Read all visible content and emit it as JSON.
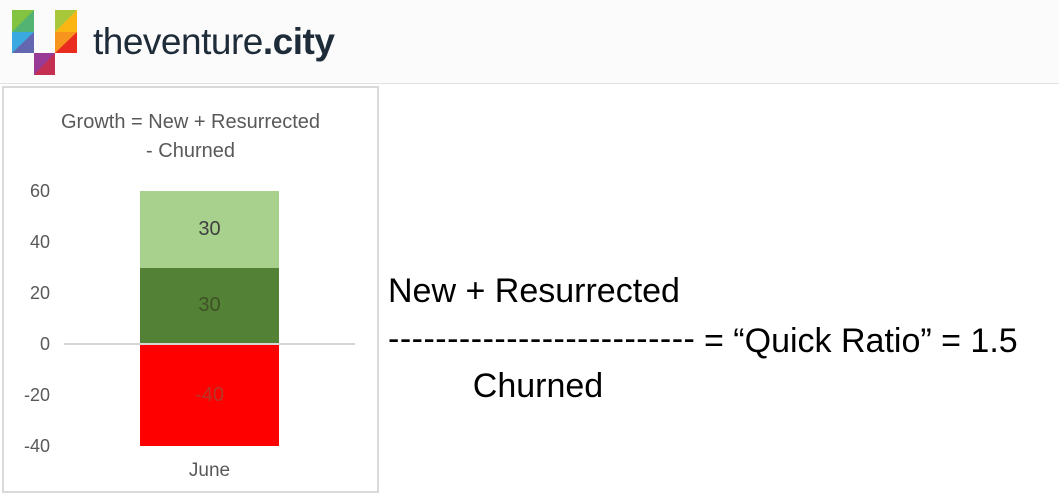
{
  "header": {
    "brand": {
      "regular": "theventure",
      "bold": ".city",
      "text_color": "#1e2b39"
    },
    "logo_squares": [
      {
        "name": "top-left",
        "top_left": "#82c341",
        "bottom_right": "#52b373"
      },
      {
        "name": "top-right",
        "top_left": "#a9c73b",
        "bottom_right": "#fcb614"
      },
      {
        "name": "middle-left",
        "top_left": "#39a9e0",
        "bottom_right": "#6267b0"
      },
      {
        "name": "middle-right",
        "top_left": "#f7941e",
        "bottom_right": "#ea2b1f"
      },
      {
        "name": "bottom-center",
        "top_left": "#993a96",
        "bottom_right": "#c52f52"
      }
    ]
  },
  "chart_data": {
    "type": "bar",
    "stacked": true,
    "title": "Growth = New + Resurrected - Churned",
    "title_lines": [
      "Growth = New + Resurrected",
      "- Churned"
    ],
    "categories": [
      "June"
    ],
    "segments": [
      {
        "label": "30",
        "value": 30,
        "start": 30,
        "end": 60,
        "color": "#a9d18e",
        "label_color": "#404040"
      },
      {
        "label": "30",
        "value": 30,
        "start": 0,
        "end": 30,
        "color": "#538135",
        "label_color": "#3e5226"
      },
      {
        "label": "-40",
        "value": -40,
        "start": -40,
        "end": 0,
        "color": "#ff0000",
        "label_color": "#b5372b"
      }
    ],
    "yticks": [
      60,
      40,
      20,
      0,
      -20,
      -40
    ],
    "ylim": [
      -40,
      60
    ],
    "grid": "zero-line-only",
    "legend": "none",
    "tick_color": "#595959",
    "title_color": "#595959"
  },
  "formula": {
    "numerator": "New + Resurrected",
    "dash_line": "--------------------------",
    "denominator": "Churned",
    "result": "= “Quick Ratio” = 1.5"
  }
}
